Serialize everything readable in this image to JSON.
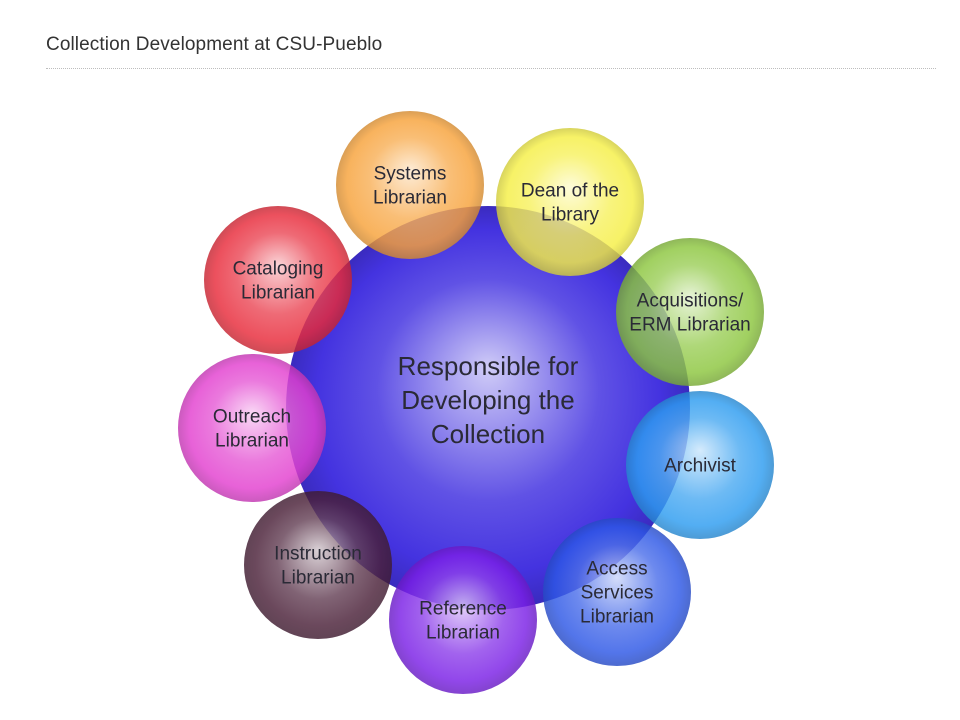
{
  "page": {
    "title": "Collection Development at CSU-Pueblo"
  },
  "diagram": {
    "center": {
      "lines": [
        "Responsible for",
        "Developing the",
        "Collection"
      ],
      "color": "#4433e0"
    },
    "nodes": [
      {
        "id": "systems",
        "lines": [
          "Systems",
          "Librarian"
        ],
        "color": "#f7a23a"
      },
      {
        "id": "dean",
        "lines": [
          "Dean of the",
          "Library"
        ],
        "color": "#f5ef45"
      },
      {
        "id": "acquisitions",
        "lines": [
          "Acquisitions/",
          "ERM Librarian"
        ],
        "color": "#8cc63e"
      },
      {
        "id": "archivist",
        "lines": [
          "Archivist"
        ],
        "color": "#2d9cf0"
      },
      {
        "id": "access-services",
        "lines": [
          "Access",
          "Services",
          "Librarian"
        ],
        "color": "#2d57e6"
      },
      {
        "id": "reference",
        "lines": [
          "Reference",
          "Librarian"
        ],
        "color": "#7a1fe6"
      },
      {
        "id": "instruction",
        "lines": [
          "Instruction",
          "Librarian"
        ],
        "color": "#4a2038"
      },
      {
        "id": "outreach",
        "lines": [
          "Outreach",
          "Librarian"
        ],
        "color": "#e23fcf"
      },
      {
        "id": "cataloging",
        "lines": [
          "Cataloging",
          "Librarian"
        ],
        "color": "#e82a3a"
      }
    ]
  }
}
